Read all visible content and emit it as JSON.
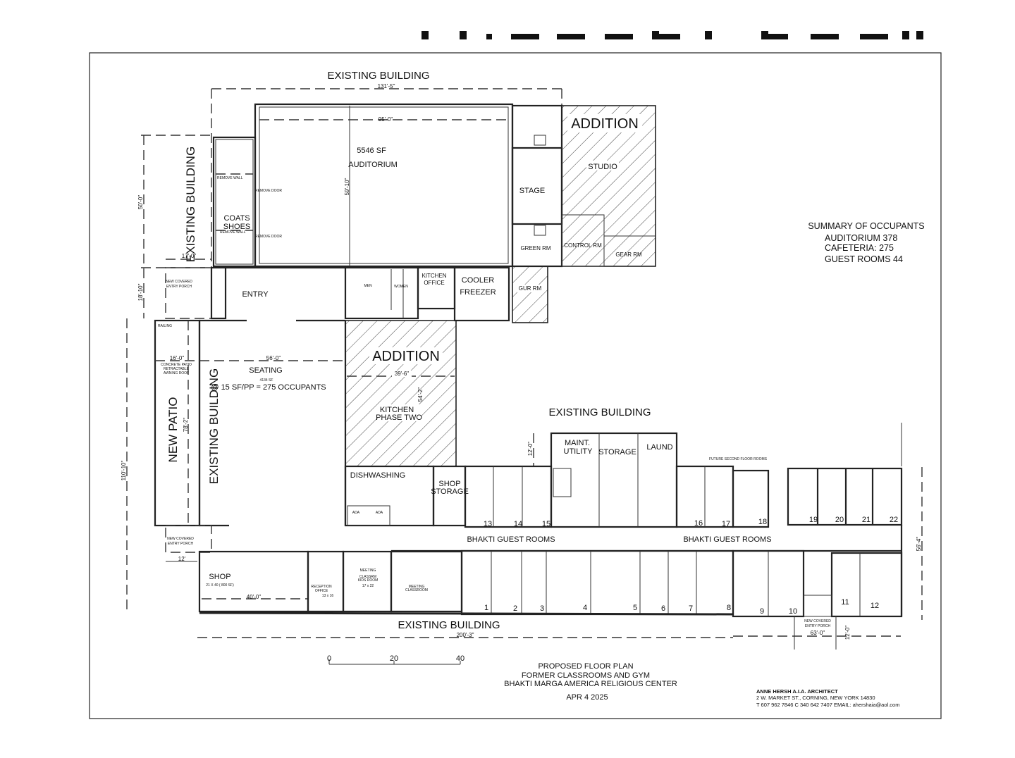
{
  "sheet_title": "PROPOSED FLOOR",
  "existing_building_label": "EXISTING BUILDING",
  "addition_label": "ADDITION",
  "rooms": {
    "auditorium_area": "5546 SF",
    "auditorium": "AUDITORIUM",
    "coats": "COATS",
    "shoes": "SHOES",
    "remove_wall": "REMOVE WALL",
    "remove_door": "REMOVE DOOR",
    "stage": "STAGE",
    "studio": "STUDIO",
    "green_rm": "GREEN RM",
    "control_rm": "CONTROL RM",
    "gear_rm": "GEAR RM",
    "gur_rm": "GUR RM",
    "new_covered_entry_porch_1": "NEW COVERED",
    "new_covered_entry_porch_2": "ENTRY PORCH",
    "entry": "ENTRY",
    "men": "MEN",
    "women": "WOMEN",
    "kitchen_office_1": "KITCHEN",
    "kitchen_office_2": "OFFICE",
    "cooler": "COOLER",
    "freezer": "FREEZER",
    "railing": "RAILING",
    "patio_note_1": "CONCRETE PATIO",
    "patio_note_2": "RETRACTABLE",
    "patio_note_3": "AWNING ROOF",
    "new_patio": "NEW PATIO",
    "seating": "SEATING",
    "seating_area": "4134 SF",
    "seating_occupancy": "@ 15 SF/PP = 275 OCCUPANTS",
    "kitchen": "KITCHEN",
    "phase_two": "PHASE TWO",
    "dishwashing": "DISHWASHING",
    "shop_storage_1": "SHOP",
    "shop_storage_2": "STORAGE",
    "ada": "ADA",
    "maint": "MAINT.",
    "utility": "UTILITY",
    "storage": "STORAGE",
    "laund": "LAUND",
    "future_second_floor": "FUTURE SECOND FLOOR ROOMS",
    "bhakti_guest_rooms": "BHAKTI GUEST ROOMS",
    "shop": "SHOP",
    "shop_size": "21 X 40  ( 800 SF)",
    "reception_1": "RECEPTION",
    "reception_2": "OFFICE",
    "reception_size": "13 x 16",
    "meeting": "MEETING",
    "classrm": "CLASSRM",
    "kids_room": "KIDS ROOM",
    "kids_size": "17 x 22",
    "meeting_classroom_1": "MEETING",
    "meeting_classroom_2": "CLASSROOM",
    "guest_room_numbers": [
      "1",
      "2",
      "3",
      "4",
      "5",
      "6",
      "7",
      "8",
      "9",
      "10",
      "11",
      "12",
      "13",
      "14",
      "15",
      "16",
      "17",
      "18",
      "19",
      "20",
      "21",
      "22"
    ]
  },
  "dimensions": {
    "top_overall": "131'-5\"",
    "auditorium_width": "95'-0\"",
    "auditorium_depth": "59'-10\"",
    "left_upper": "50'-0\"",
    "porch_depth": "18'-10\"",
    "porch_width": "17'-0\"",
    "patio_width": "16'-0\"",
    "seating_width": "56'-0\"",
    "patio_length": "78'-2\"",
    "left_overall": "110'-10\"",
    "kitchen_width": "39'-6\"",
    "kitchen_depth": "54'-2\"",
    "maint_depth": "12'-0\"",
    "lower_porch": "12'",
    "shop_length": "40'-0\"",
    "bottom_overall": "200'-3\"",
    "east_porch_width": "63'-0\"",
    "east_porch_depth": "12'-0\"",
    "east_wing": "56'-4\""
  },
  "summary": {
    "title": "SUMMARY OF OCCUPANTS",
    "auditorium": "AUDITORIUM   378",
    "cafeteria": "CAFETERIA:  275",
    "guest_rooms": "GUEST ROOMS   44"
  },
  "scale_bar": {
    "labels": [
      "0",
      "20",
      "40"
    ]
  },
  "title_block": {
    "line1": "PROPOSED FLOOR PLAN",
    "line2": "FORMER CLASSROOMS AND GYM",
    "line3": "BHAKTI MARGA AMERICA RELIGIOUS CENTER",
    "date": "APR 4 2025"
  },
  "architect": {
    "name": "ANNE HERSH A.I.A. ARCHITECT",
    "address": "2  W. MARKET ST., CORNING, NEW YORK 14830",
    "contact": "T 607 962 7846  C 340 642 7407  EMAIL: ahershaia@aol.com"
  }
}
